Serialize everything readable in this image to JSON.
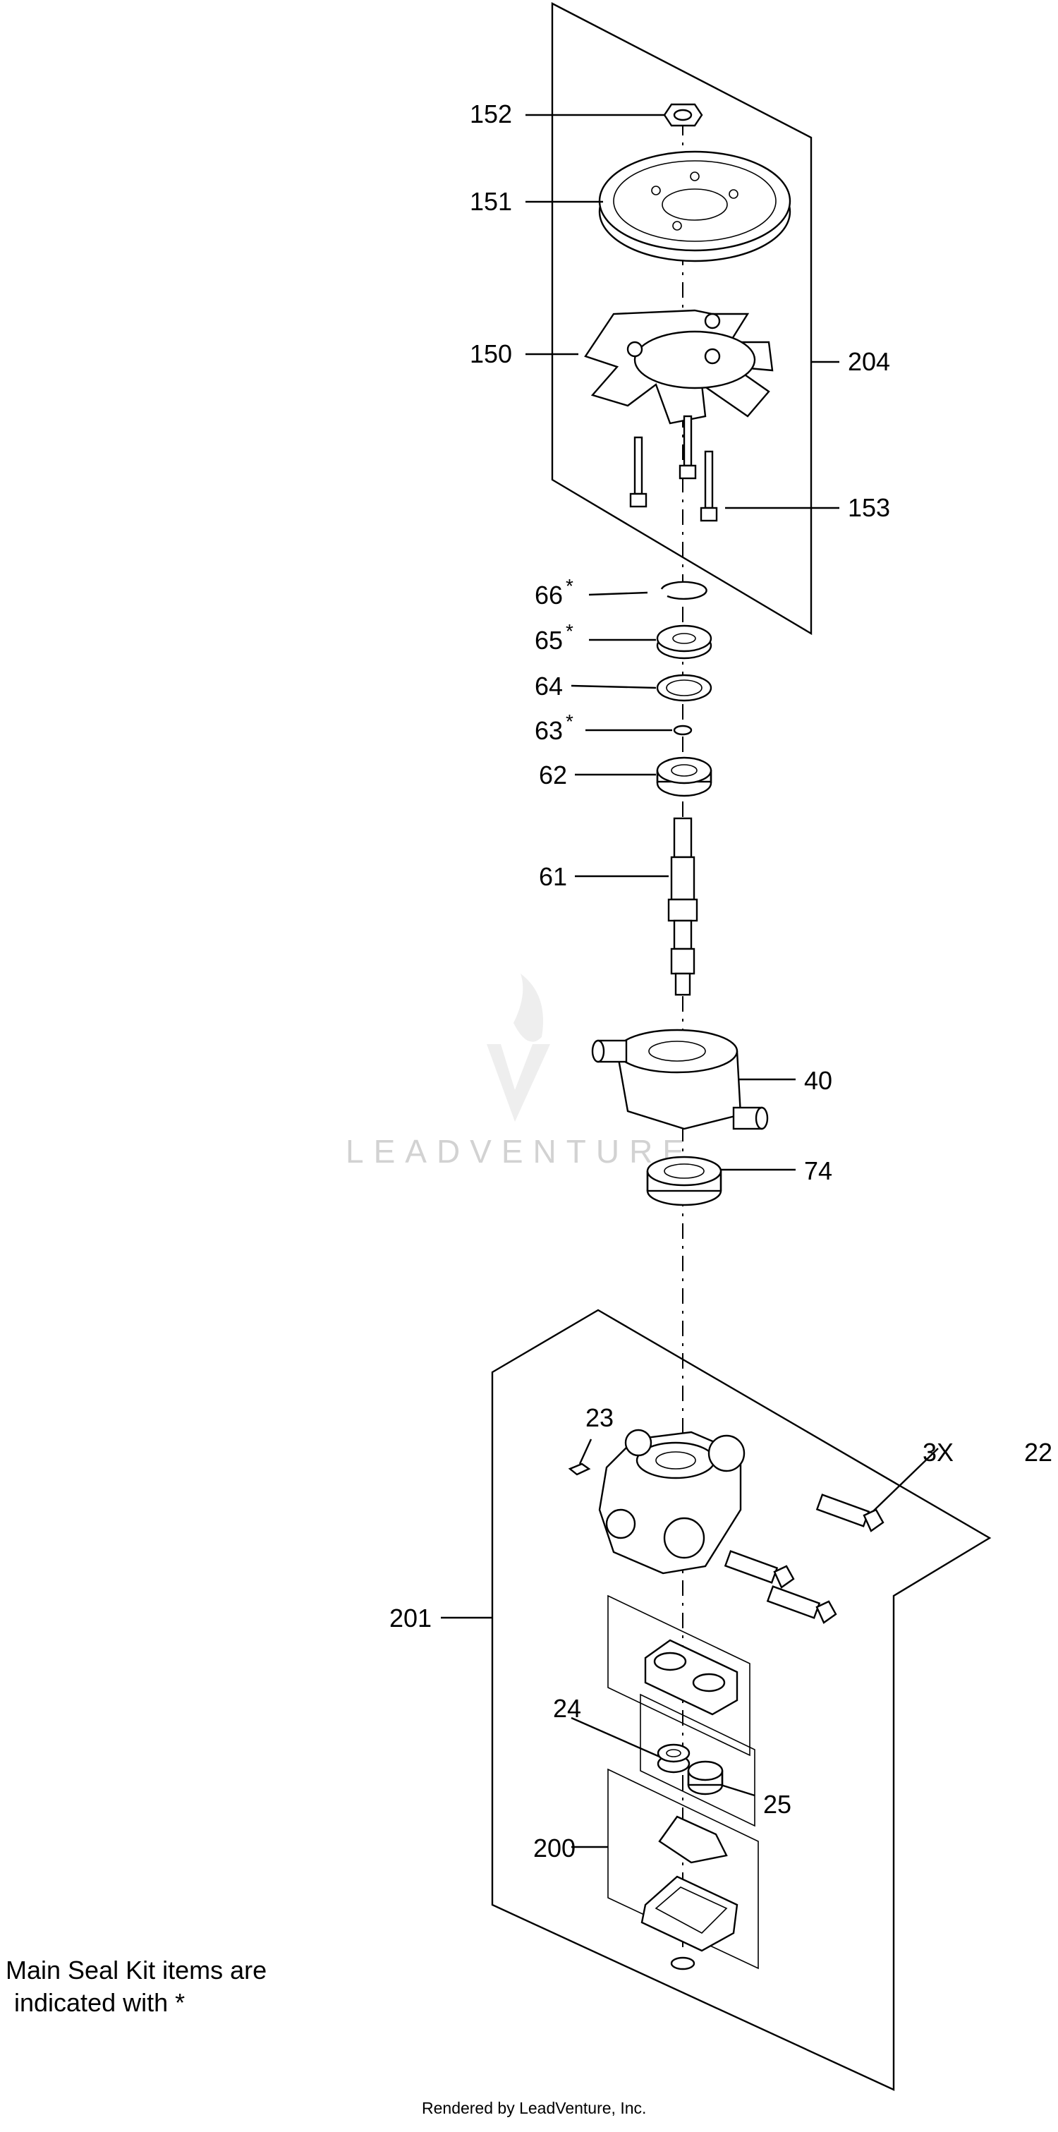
{
  "callouts": {
    "c152": "152",
    "c151": "151",
    "c150": "150",
    "c204": "204",
    "c153": "153",
    "c66": "66",
    "c65": "65",
    "c64": "64",
    "c63": "63",
    "c62": "62",
    "c61": "61",
    "c40": "40",
    "c74": "74",
    "c23": "23",
    "c3x": "3X",
    "c22": "22",
    "c201": "201",
    "c24": "24",
    "c25": "25",
    "c200": "200",
    "star": "*"
  },
  "watermark": "LEADVENTURE",
  "note": {
    "line1": "Main Seal Kit items are",
    "line2": "indicated with *"
  },
  "credit": "Rendered by LeadVenture, Inc."
}
